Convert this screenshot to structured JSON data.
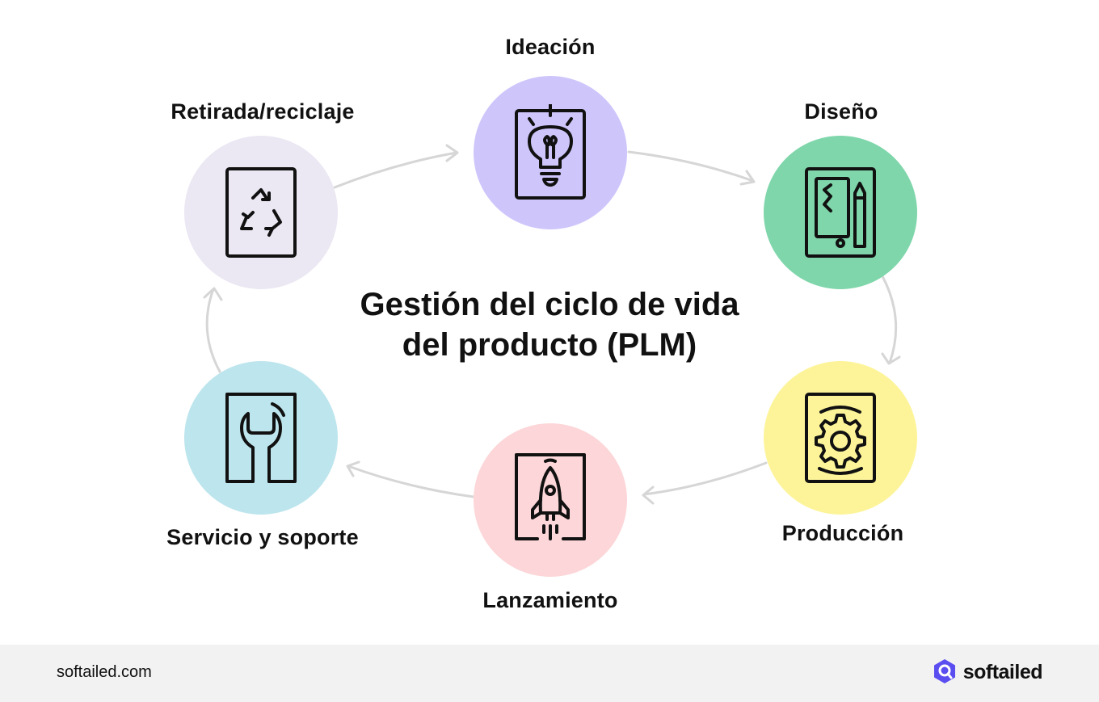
{
  "title_line1": "Gestión del ciclo de vida",
  "title_line2": "del producto (PLM)",
  "stages": [
    {
      "label": "Ideación",
      "color": "#cec6fb",
      "icon": "lightbulb-icon"
    },
    {
      "label": "Diseño",
      "color": "#7fd6ab",
      "icon": "tablet-pen-icon"
    },
    {
      "label": "Producción",
      "color": "#fdf49a",
      "icon": "gear-icon"
    },
    {
      "label": "Lanzamiento",
      "color": "#fcd6d8",
      "icon": "rocket-icon"
    },
    {
      "label": "Servicio y soporte",
      "color": "#bde5ed",
      "icon": "wrench-icon"
    },
    {
      "label": "Retirada/reciclaje",
      "color": "#ebe7f3",
      "icon": "recycle-icon"
    }
  ],
  "arrow_color": "#d6d6d6",
  "footer": {
    "url": "softailed.com",
    "brand": "softailed",
    "brand_color": "#5b4ef0"
  }
}
